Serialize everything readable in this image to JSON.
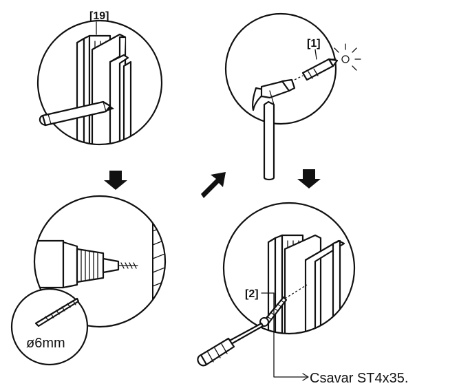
{
  "labels": {
    "part_19": "[19]",
    "part_1": "[1]",
    "part_2": "[2]",
    "drill_size": "ø6mm",
    "screw_note": "Csavar ST4x35."
  }
}
